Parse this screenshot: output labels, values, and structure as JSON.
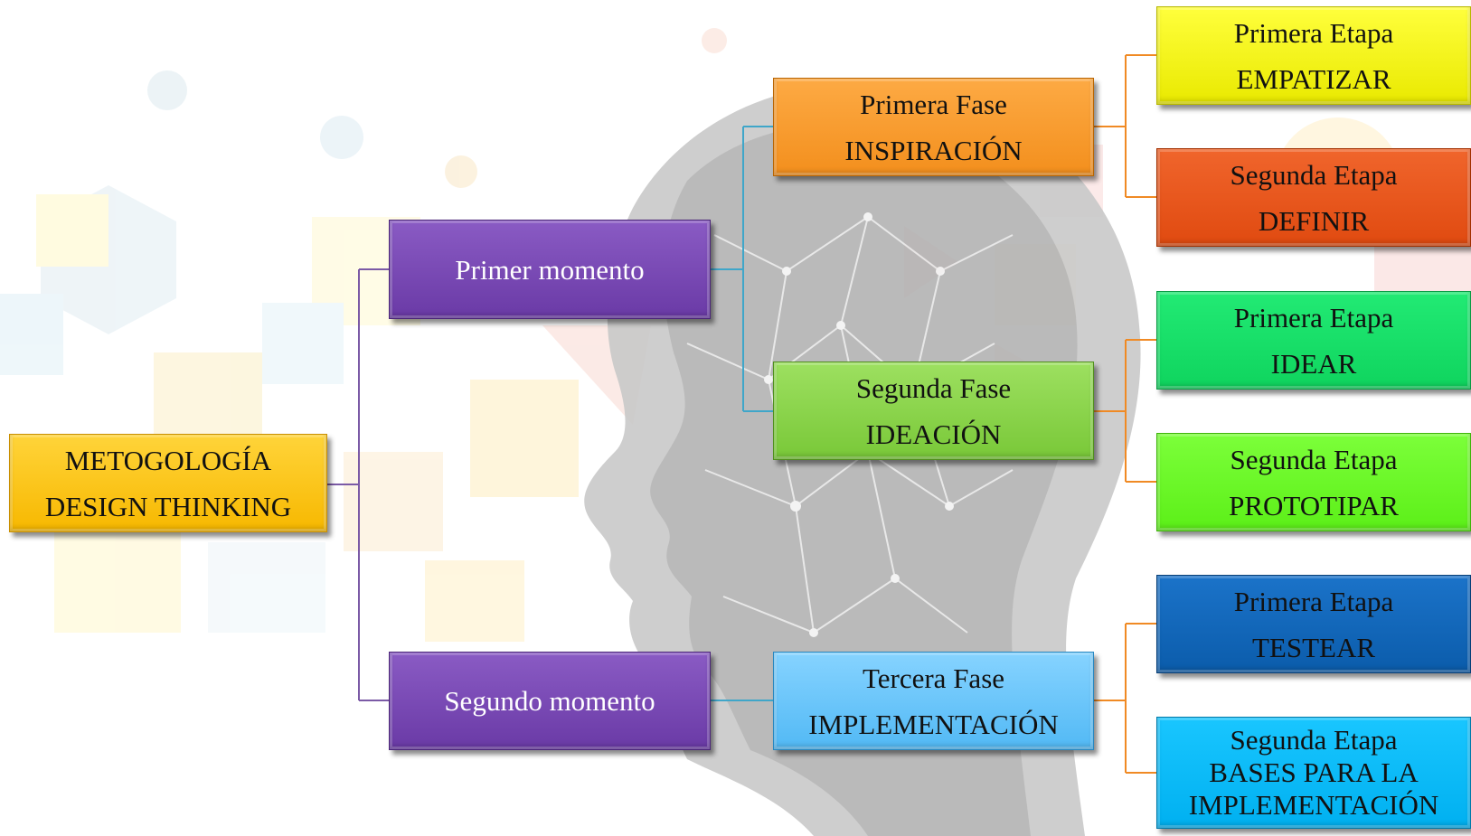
{
  "diagram": {
    "root": {
      "lines": [
        "METOGOLOGÍA",
        "DESIGN THINKING"
      ]
    },
    "moments": [
      {
        "lines": [
          "Primer momento"
        ]
      },
      {
        "lines": [
          "Segundo momento"
        ]
      }
    ],
    "phases": [
      {
        "lines": [
          "Primera  Fase",
          "INSPIRACIÓN"
        ]
      },
      {
        "lines": [
          "Segunda Fase",
          "IDEACIÓN"
        ]
      },
      {
        "lines": [
          "Tercera Fase",
          "IMPLEMENTACIÓN"
        ]
      }
    ],
    "stages": [
      {
        "lines": [
          "Primera  Etapa",
          "EMPATIZAR"
        ]
      },
      {
        "lines": [
          "Segunda Etapa",
          "DEFINIR"
        ]
      },
      {
        "lines": [
          "Primera  Etapa",
          "IDEAR"
        ]
      },
      {
        "lines": [
          "Segunda Etapa",
          "PROTOTIPAR"
        ]
      },
      {
        "lines": [
          "Primera  Etapa",
          "TESTEAR"
        ]
      },
      {
        "lines": [
          "Segunda Etapa",
          "BASES PARA LA",
          "IMPLEMENTACIÓN"
        ]
      }
    ]
  },
  "colors": {
    "connector_root": "#7b5aa6",
    "connector_moments": "#3fa6c9",
    "connector_phases": "#f08a24"
  }
}
